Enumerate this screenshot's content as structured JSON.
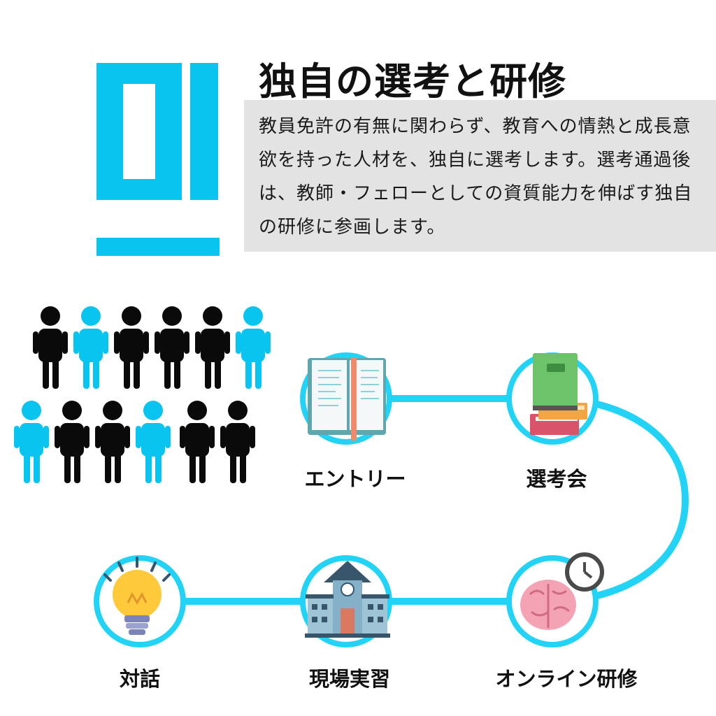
{
  "section": {
    "number": "01",
    "title": "独自の選考と研修",
    "description": "教員免許の有無に関わらず、教育への情熱と成長意欲を持った人材を、独自に選考します。選考通過後は、教師・フェローとしての資質能力を伸ばす独自の研修に参画します。"
  },
  "colors": {
    "accent": "#08c4ee",
    "flow_line": "#22d3f5",
    "text": "#111111",
    "box": "#e3e3e3"
  },
  "people": {
    "row1": [
      "black",
      "blue",
      "black",
      "black",
      "black",
      "blue"
    ],
    "row2": [
      "blue",
      "black",
      "black",
      "blue",
      "black",
      "black"
    ]
  },
  "steps": [
    {
      "label": "エントリー",
      "icon": "open-book-icon"
    },
    {
      "label": "選考会",
      "icon": "stacked-books-icon"
    },
    {
      "label": "オンライン研修",
      "icon": "brain-clock-icon"
    },
    {
      "label": "現場実習",
      "icon": "school-building-icon"
    },
    {
      "label": "対話",
      "icon": "lightbulb-icon"
    }
  ]
}
